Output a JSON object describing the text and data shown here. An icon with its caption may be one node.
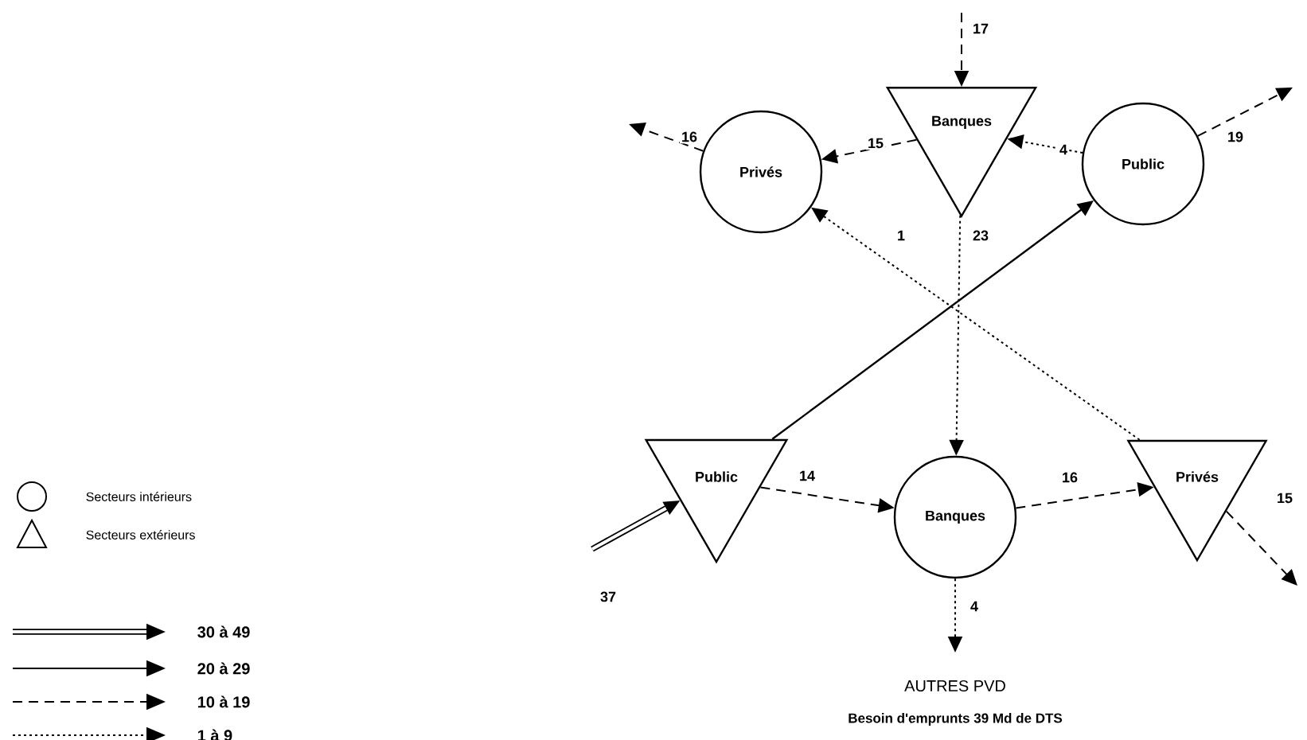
{
  "diagram": {
    "title": "AUTRES PVD",
    "caption": "Besoin d'emprunts 39 Md de DTS",
    "nodes": [
      {
        "text": [
          "Banques"
        ]
      },
      {
        "text": [
          "Privés"
        ]
      },
      {
        "text": [
          "Public"
        ]
      },
      {
        "text": [
          "Public"
        ]
      },
      {
        "text": [
          "Banques"
        ]
      },
      {
        "text": [
          "Privés"
        ]
      }
    ],
    "edges": [
      {
        "from": null,
        "to": 0,
        "arrow": "to",
        "label": "17",
        "style": "dashed"
      },
      {
        "from": 0,
        "to": 1,
        "arrow": "to",
        "label": "15",
        "style": "dashed"
      },
      {
        "from": 2,
        "to": 0,
        "arrow": "to",
        "label": "4",
        "style": "dashed"
      },
      {
        "from": 1,
        "to": null,
        "arrow": "to",
        "label": "16",
        "style": "dashed"
      },
      {
        "from": 2,
        "to": null,
        "arrow": "to",
        "label": "19",
        "style": "dashed"
      },
      {
        "from": 5,
        "to": 1,
        "arrow": "to",
        "label": "1",
        "style": "dashed"
      },
      {
        "from": 3,
        "to": 2,
        "arrow": "to",
        "label": "23"
      },
      {
        "from": 0,
        "to": 4,
        "arrow": "to",
        "style": "dashed"
      },
      {
        "from": null,
        "to": 3,
        "arrow": "to",
        "label": "37",
        "style": "thick"
      },
      {
        "from": 3,
        "to": 4,
        "arrow": "to",
        "label": "14",
        "style": "dashed"
      },
      {
        "from": 4,
        "to": 5,
        "arrow": "to",
        "label": "16",
        "style": "dashed"
      },
      {
        "from": 5,
        "to": null,
        "arrow": "to",
        "label": "15",
        "style": "dashed"
      },
      {
        "from": 4,
        "to": null,
        "arrow": "to",
        "label": "4",
        "style": "dashed"
      }
    ],
    "legend": [
      {
        "text": "Secteurs intérieurs"
      },
      {
        "text": "Secteurs extérieurs"
      },
      {
        "text": "30 à 49"
      },
      {
        "text": "20 à 29"
      },
      {
        "text": "10 à 19"
      },
      {
        "text": "1 à 9"
      }
    ]
  }
}
